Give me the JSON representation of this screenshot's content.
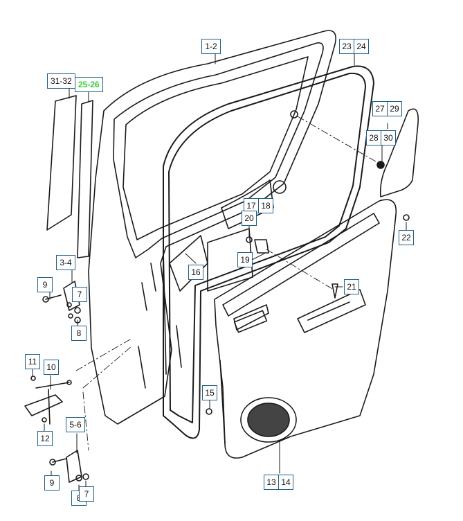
{
  "colors": {
    "line": "#1a1a1a",
    "callout_border": "#1f5f8a",
    "highlight": "#2fd02f",
    "background": "#ffffff"
  },
  "callouts": [
    {
      "id": "c1",
      "parts": [
        "1",
        "2"
      ],
      "label": "1-2"
    },
    {
      "id": "c2",
      "parts": [
        "23",
        "24"
      ]
    },
    {
      "id": "c3",
      "parts": [
        "31",
        "32"
      ],
      "label": "31-32"
    },
    {
      "id": "c4",
      "parts": [
        "25",
        "26"
      ],
      "label": "25-26",
      "highlighted": true
    },
    {
      "id": "c5",
      "parts": [
        "27",
        "29"
      ]
    },
    {
      "id": "c6",
      "parts": [
        "28",
        "30"
      ]
    },
    {
      "id": "c7",
      "parts": [
        "17",
        "18"
      ]
    },
    {
      "id": "c8",
      "parts": [
        "20"
      ]
    },
    {
      "id": "c9",
      "parts": [
        "22"
      ]
    },
    {
      "id": "c10",
      "parts": [
        "3",
        "4"
      ],
      "label": "3-4"
    },
    {
      "id": "c11",
      "parts": [
        "16"
      ]
    },
    {
      "id": "c12",
      "parts": [
        "19"
      ]
    },
    {
      "id": "c13",
      "parts": [
        "9"
      ]
    },
    {
      "id": "c14",
      "parts": [
        "7"
      ]
    },
    {
      "id": "c15",
      "parts": [
        "8"
      ]
    },
    {
      "id": "c16",
      "parts": [
        "21"
      ]
    },
    {
      "id": "c17",
      "parts": [
        "11"
      ]
    },
    {
      "id": "c18",
      "parts": [
        "10"
      ]
    },
    {
      "id": "c19",
      "parts": [
        "15"
      ]
    },
    {
      "id": "c20",
      "parts": [
        "12"
      ]
    },
    {
      "id": "c21",
      "parts": [
        "5",
        "6"
      ],
      "label": "5-6"
    },
    {
      "id": "c22",
      "parts": [
        "9"
      ]
    },
    {
      "id": "c23",
      "parts": [
        "8"
      ]
    },
    {
      "id": "c24",
      "parts": [
        "7"
      ]
    },
    {
      "id": "c25",
      "parts": [
        "13",
        "14"
      ]
    }
  ]
}
